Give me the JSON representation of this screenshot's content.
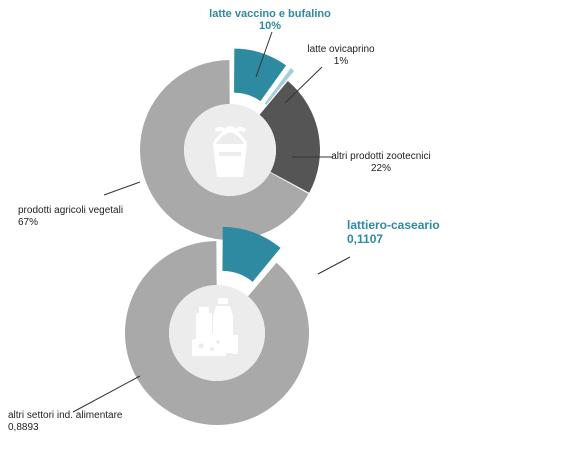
{
  "chart_data": [
    {
      "type": "pie",
      "variant": "donut",
      "slices": [
        {
          "label": "latte vaccino e bufalino",
          "value": "10%",
          "share": 0.1,
          "color": "#2e8aa0",
          "exploded": true,
          "emphasis": true
        },
        {
          "label": "latte ovicaprino",
          "value": "1%",
          "share": 0.01,
          "color": "#9fd0dc",
          "exploded": true,
          "emphasis": false
        },
        {
          "label": "altri prodotti zootecnici",
          "value": "22%",
          "share": 0.22,
          "color": "#555555",
          "exploded": false,
          "emphasis": false
        },
        {
          "label": "prodotti agricoli vegetali",
          "value": "67%",
          "share": 0.67,
          "color": "#a9a9a9",
          "exploded": false,
          "emphasis": false
        }
      ],
      "center_icon": "milk-bucket-icon"
    },
    {
      "type": "pie",
      "variant": "donut",
      "slices": [
        {
          "label": "lattiero-caseario",
          "value": "0,1107",
          "share": 0.1107,
          "color": "#2e8aa0",
          "exploded": true,
          "emphasis": true
        },
        {
          "label": "altri settori ind. alimentare",
          "value": "0,8893",
          "share": 0.8893,
          "color": "#a9a9a9",
          "exploded": false,
          "emphasis": false
        }
      ],
      "center_icon": "dairy-products-icon"
    }
  ]
}
